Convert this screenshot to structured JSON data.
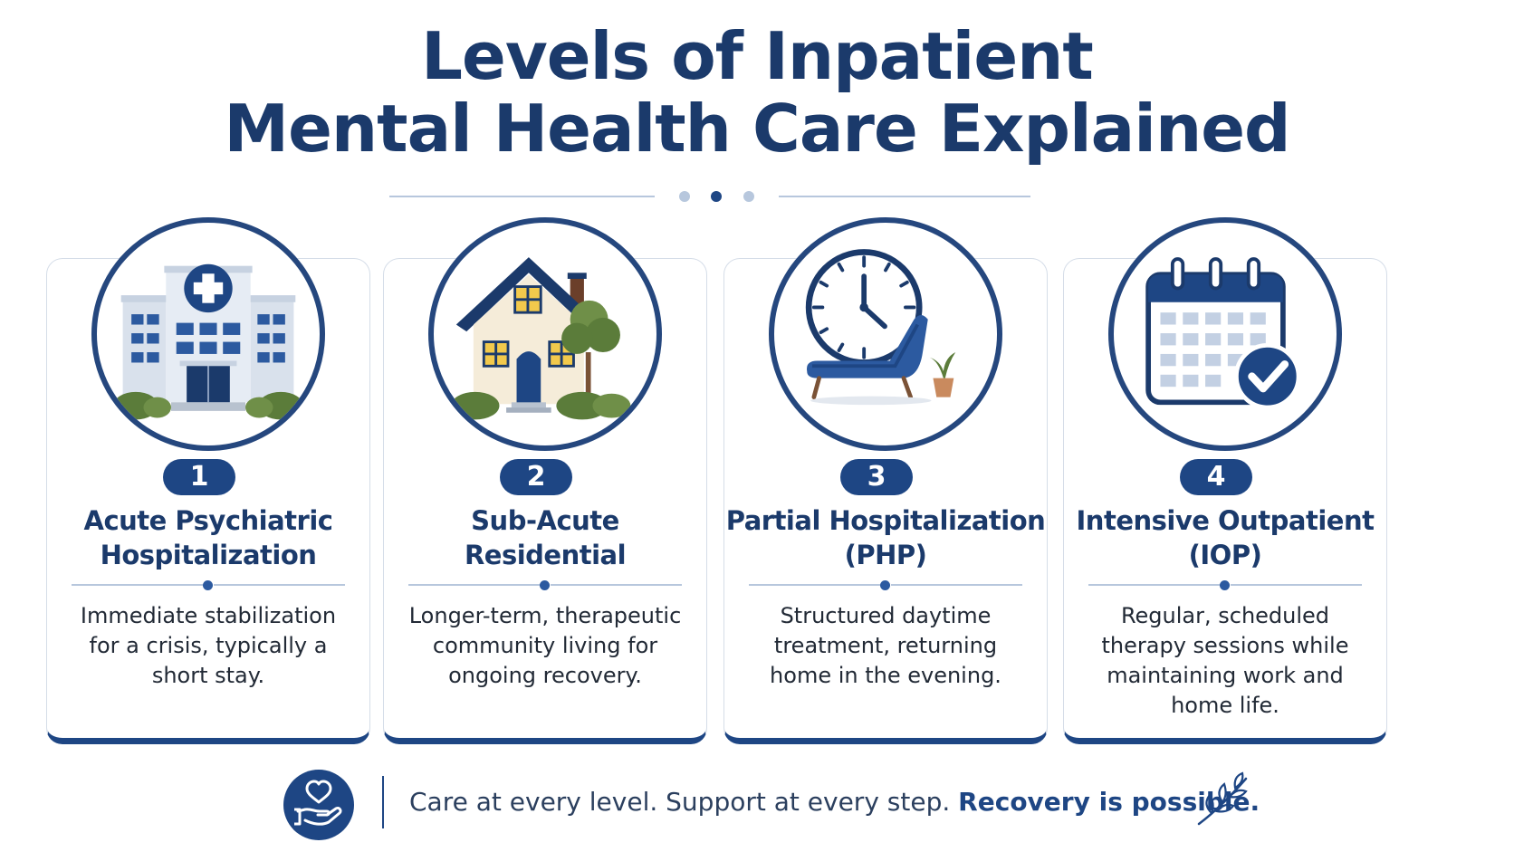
{
  "title": {
    "line1": "Levels of Inpatient",
    "line2": "Mental Health Care Explained"
  },
  "colors": {
    "navy": "#1b3a6b",
    "accent": "#1e4684",
    "medium_blue": "#2c5aa0",
    "light_line": "#b7c7dd",
    "green": "#5b7c3a"
  },
  "levels": [
    {
      "number": "1",
      "title_line1": "Acute Psychiatric",
      "title_line2": "Hospitalization",
      "description": "Immediate stabilization for a crisis, typically a short stay.",
      "icon": "hospital-icon"
    },
    {
      "number": "2",
      "title_line1": "Sub-Acute",
      "title_line2": "Residential",
      "description": "Longer-term, therapeutic community living for ongoing recovery.",
      "icon": "house-icon"
    },
    {
      "number": "3",
      "title_line1": "Partial Hospitalization",
      "title_line2": "(PHP)",
      "description": "Structured daytime treatment, returning home in the evening.",
      "icon": "clock-chair-icon"
    },
    {
      "number": "4",
      "title_line1": "Intensive Outpatient",
      "title_line2": "(IOP)",
      "description": "Regular, scheduled therapy sessions while maintaining work and home life.",
      "icon": "calendar-check-icon"
    }
  ],
  "footer": {
    "tagline_regular": "Care at every level. Support at every step.",
    "tagline_bold": "Recovery is possible.",
    "icon": "heart-hand-icon",
    "decoration_icon": "leaf-sprig-icon"
  }
}
